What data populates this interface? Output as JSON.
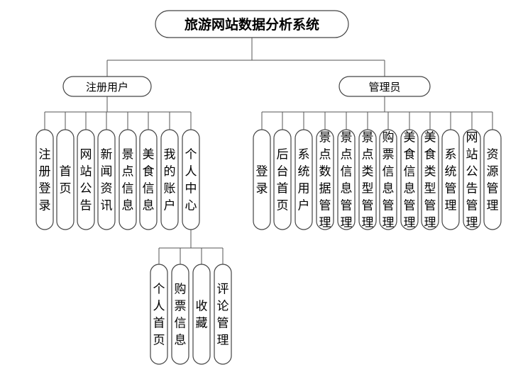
{
  "root": {
    "label": "旅游网站数据分析系统"
  },
  "registered_user": {
    "label": "注册用户",
    "children": [
      "注册登录",
      "首页",
      "网站公告",
      "新闻资讯",
      "景点信息",
      "美食信息",
      "我的账户",
      "个人中心"
    ],
    "personal_center": {
      "children": [
        "个人首页",
        "购票信息",
        "收藏",
        "评论管理"
      ]
    }
  },
  "admin": {
    "label": "管理员",
    "children": [
      "登录",
      "后台首页",
      "系统用户",
      "景点数据管理",
      "景点信息管理",
      "景点类型管理",
      "购票信息管理",
      "美食信息管理",
      "美食类型管理",
      "系统管理",
      "网站公告管理",
      "资源管理"
    ]
  }
}
